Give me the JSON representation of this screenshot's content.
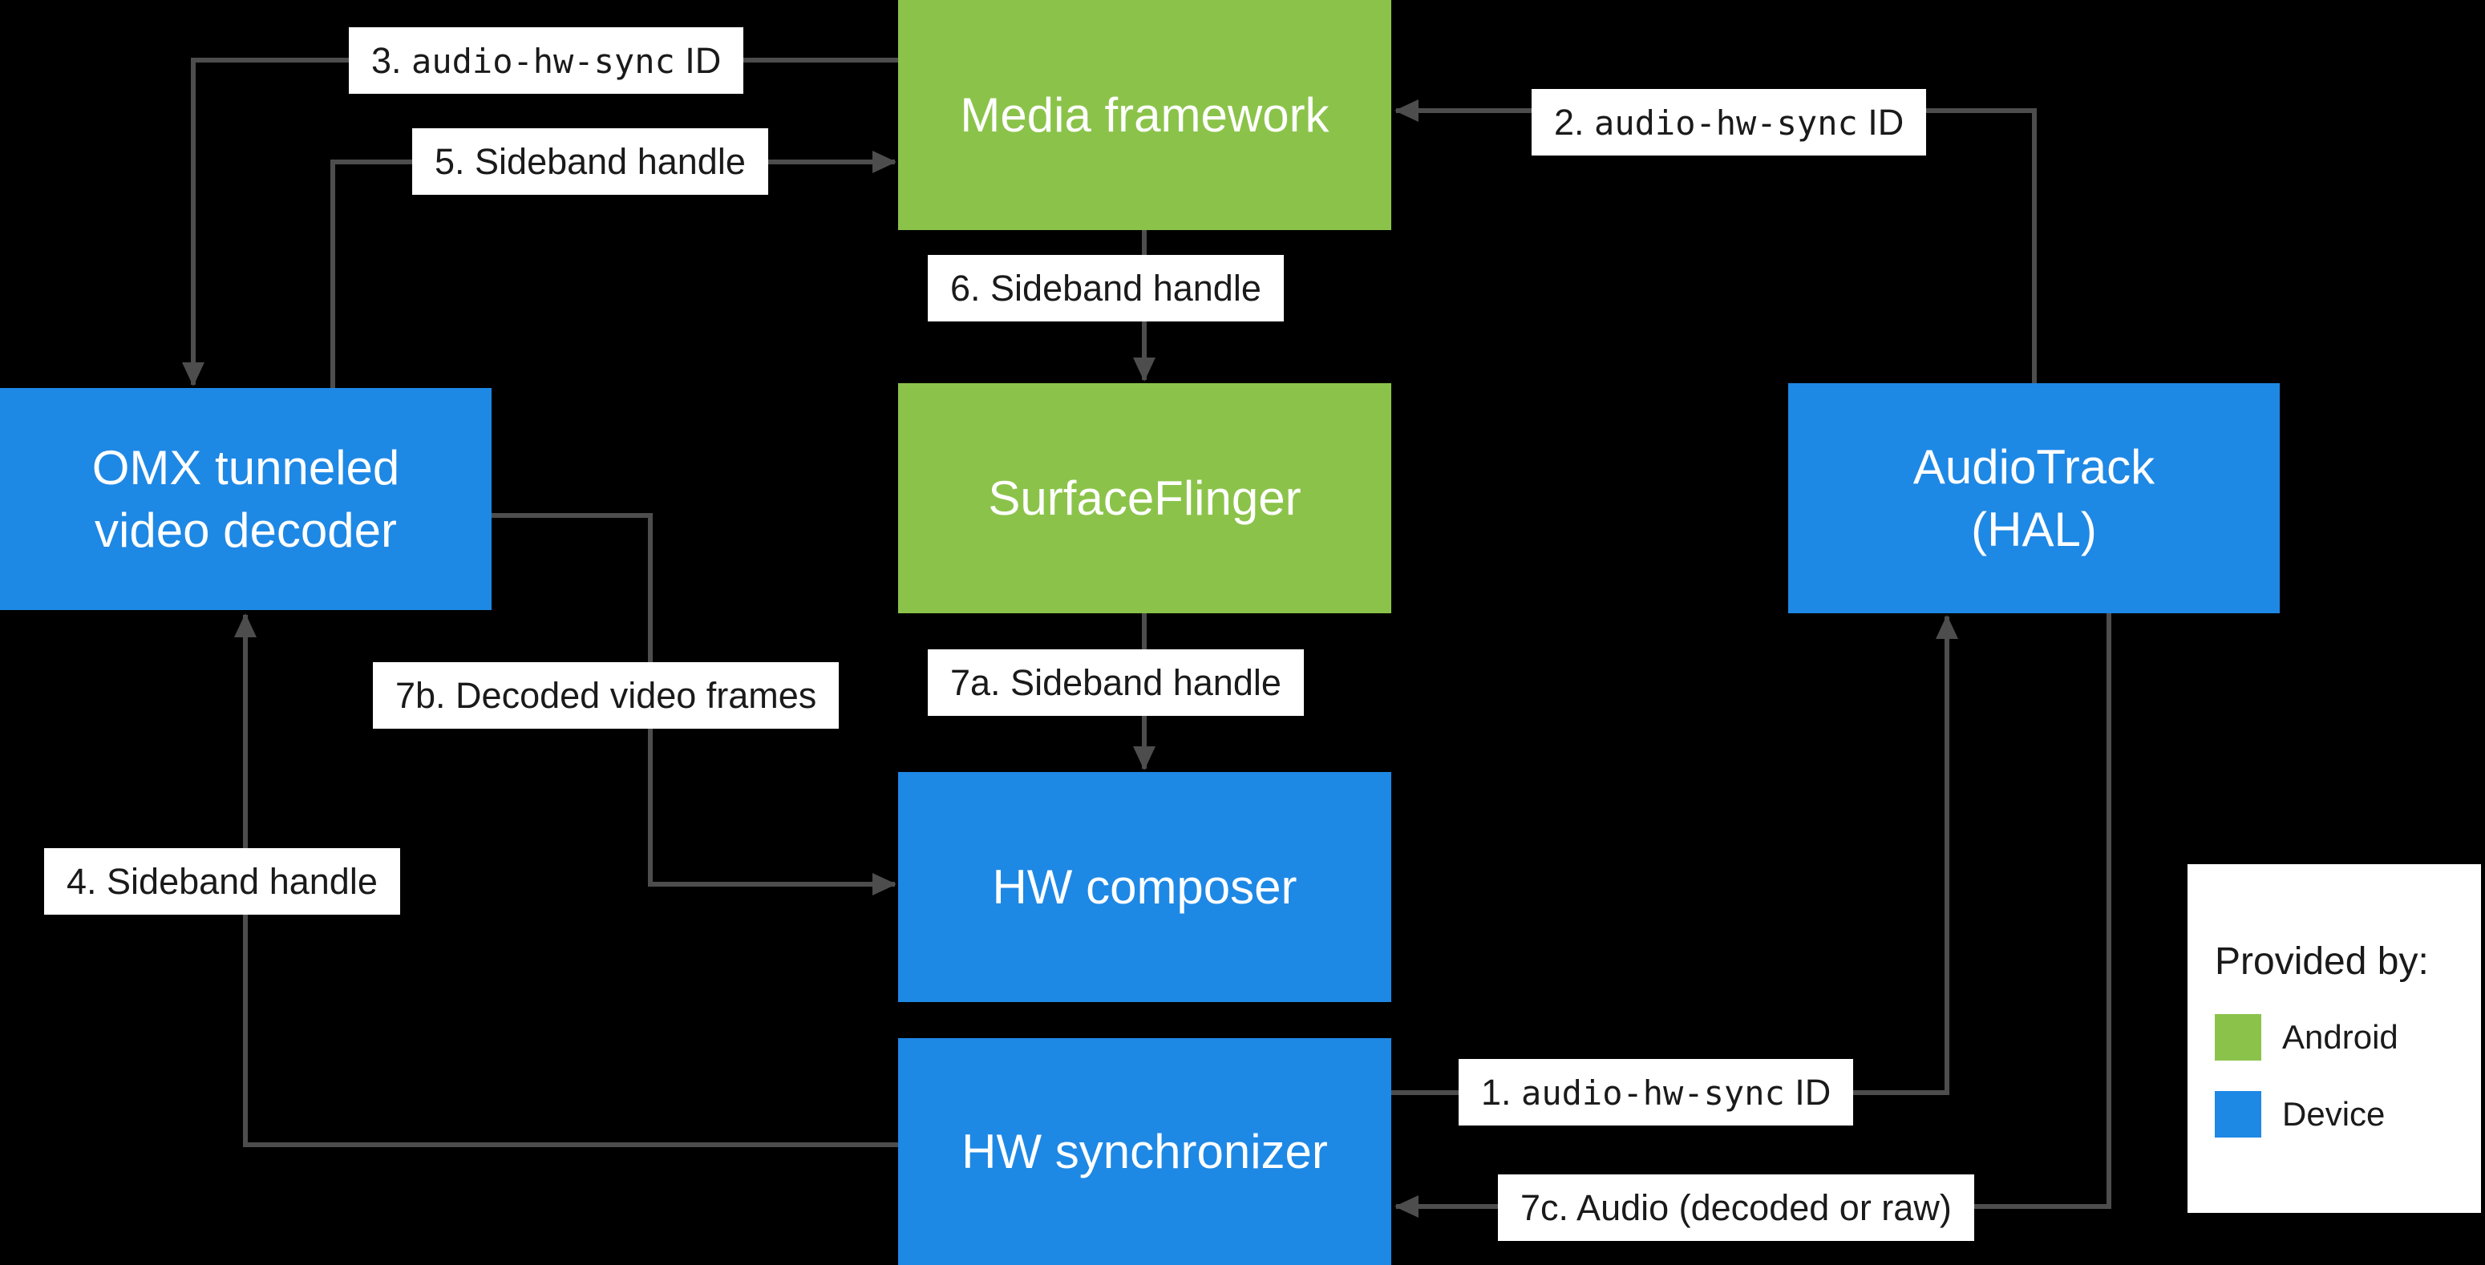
{
  "colors": {
    "background": "#000000",
    "android": "#8BC34A",
    "device": "#1E88E5",
    "arrow": "#4D4D4D",
    "label_background": "#FFFFFF",
    "label_text": "#1A1A1A"
  },
  "nodes": {
    "media_framework": {
      "label": "Media framework",
      "provided_by": "Android"
    },
    "surfaceflinger": {
      "label": "SurfaceFlinger",
      "provided_by": "Android"
    },
    "omx_decoder": {
      "line1": "OMX tunneled",
      "line2": "video decoder",
      "provided_by": "Device"
    },
    "audiotrack": {
      "line1": "AudioTrack",
      "line2": "(HAL)",
      "provided_by": "Device"
    },
    "hw_composer": {
      "label": "HW composer",
      "provided_by": "Device"
    },
    "hw_synchronizer": {
      "label": "HW synchronizer",
      "provided_by": "Device"
    }
  },
  "steps": {
    "s1": {
      "pre": "1. ",
      "mono": "audio-hw-sync",
      "post": " ID"
    },
    "s2": {
      "pre": "2. ",
      "mono": "audio-hw-sync",
      "post": " ID"
    },
    "s3": {
      "pre": "3. ",
      "mono": "audio-hw-sync",
      "post": " ID"
    },
    "s4": {
      "text": "4. Sideband handle"
    },
    "s5": {
      "text": "5. Sideband handle"
    },
    "s6": {
      "text": "6. Sideband handle"
    },
    "s7a": {
      "text": "7a. Sideband handle"
    },
    "s7b": {
      "text": "7b. Decoded video frames"
    },
    "s7c": {
      "text": "7c. Audio (decoded or raw)"
    }
  },
  "edges": [
    {
      "step": "1",
      "from": "hw_synchronizer",
      "to": "audiotrack",
      "label_ref": "s1"
    },
    {
      "step": "2",
      "from": "audiotrack",
      "to": "media_framework",
      "label_ref": "s2"
    },
    {
      "step": "3",
      "from": "media_framework",
      "to": "omx_decoder",
      "label_ref": "s3"
    },
    {
      "step": "4",
      "from": "hw_synchronizer",
      "to": "omx_decoder",
      "label_ref": "s4"
    },
    {
      "step": "5",
      "from": "omx_decoder",
      "to": "media_framework",
      "label_ref": "s5"
    },
    {
      "step": "6",
      "from": "media_framework",
      "to": "surfaceflinger",
      "label_ref": "s6"
    },
    {
      "step": "7a",
      "from": "surfaceflinger",
      "to": "hw_composer",
      "label_ref": "s7a"
    },
    {
      "step": "7b",
      "from": "omx_decoder",
      "to": "hw_composer",
      "label_ref": "s7b"
    },
    {
      "step": "7c",
      "from": "audiotrack",
      "to": "hw_synchronizer",
      "label_ref": "s7c"
    }
  ],
  "legend": {
    "title": "Provided by:",
    "items": [
      {
        "label": "Android",
        "color_key": "android"
      },
      {
        "label": "Device",
        "color_key": "device"
      }
    ]
  }
}
